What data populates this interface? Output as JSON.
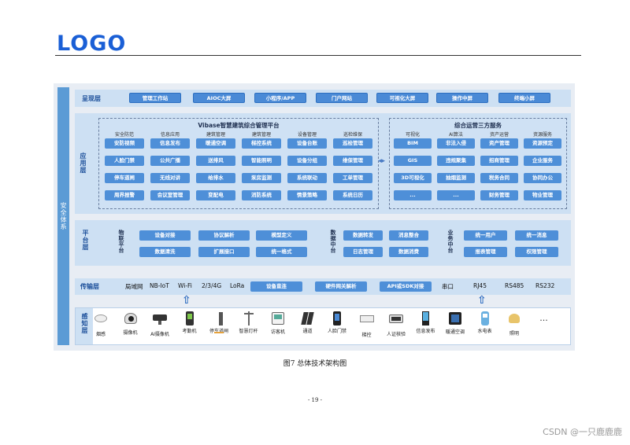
{
  "logo": "LOGO",
  "caption": "图7 总体技术架构图",
  "page_number": "- 19 -",
  "watermark": "CSDN @一只鹿鹿鹿",
  "security_label": "安全体系",
  "presentation": {
    "label": "呈现层",
    "items": [
      "管理工作站",
      "AIOC大屏",
      "小程序/APP",
      "门户网站",
      "可视化大屏",
      "操作中屏",
      "终端小屏"
    ]
  },
  "application": {
    "label": "应用层",
    "platform_title": "Vibase智慧建筑综合管理平台",
    "platform_columns": [
      {
        "head": "安全防范",
        "items": [
          "安防视频",
          "人脸门禁",
          "停车道闸",
          "周界报警"
        ]
      },
      {
        "head": "信息应用",
        "items": [
          "信息发布",
          "公共广播",
          "无线对讲",
          "会议室管理"
        ]
      },
      {
        "head": "建筑管理",
        "items": [
          "暖通空调",
          "送排风",
          "给排水",
          "变配电"
        ]
      },
      {
        "head": "建筑管理",
        "items": [
          "梯控系统",
          "智能照明",
          "泵房监测",
          "消防系统"
        ]
      },
      {
        "head": "设备管理",
        "items": [
          "设备台账",
          "设备分组",
          "系统联动",
          "情景策略"
        ]
      },
      {
        "head": "巡检维保",
        "items": [
          "巡检管理",
          "维保管理",
          "工单管理",
          "系统日历"
        ]
      }
    ],
    "services_title": "综合运营三方服务",
    "services_columns": [
      {
        "head": "可视化",
        "items": [
          "BIM",
          "GIS",
          "3D可视化",
          "..."
        ]
      },
      {
        "head": "AI算法",
        "items": [
          "非法入侵",
          "违规聚集",
          "抽烟监测",
          "..."
        ]
      },
      {
        "head": "资产运营",
        "items": [
          "资产管理",
          "招商管理",
          "税务合同",
          "财务管理"
        ]
      },
      {
        "head": "资源服务",
        "items": [
          "资源预定",
          "企业服务",
          "协同办公",
          "物业管理"
        ]
      }
    ]
  },
  "platform_layer": {
    "label": "平台层",
    "groups": [
      {
        "title": "物联平台",
        "items": [
          "设备对接",
          "协议解析",
          "模型定义",
          "数据清洗",
          "扩展接口",
          "统一格式"
        ]
      },
      {
        "title": "数据中台",
        "items": [
          "数据转发",
          "消息整合",
          "日志管理",
          "数据消费"
        ]
      },
      {
        "title": "业务中台",
        "items": [
          "统一用户",
          "统一消息",
          "报表管理",
          "权限管理"
        ]
      }
    ]
  },
  "transport": {
    "label": "传输层",
    "left_text": [
      "局域网",
      "NB-IoT",
      "Wi-Fi",
      "2/3/4G",
      "LoRa"
    ],
    "pills": [
      "设备直连",
      "硬件网关解析",
      "API或SDK对接"
    ],
    "right_text": [
      "串口",
      "RJ45",
      "RS485",
      "RS232"
    ]
  },
  "perception": {
    "label": "感知层",
    "devices": [
      {
        "label": "烟感",
        "icon": "smoke-detector-icon"
      },
      {
        "label": "摄像机",
        "icon": "dome-camera-icon"
      },
      {
        "label": "AI摄像机",
        "icon": "bullet-camera-icon"
      },
      {
        "label": "考勤机",
        "icon": "attendance-machine-icon"
      },
      {
        "label": "停车道闸",
        "icon": "parking-barrier-icon"
      },
      {
        "label": "智慧灯杆",
        "icon": "smart-lamp-icon"
      },
      {
        "label": "访客机",
        "icon": "visitor-machine-icon"
      },
      {
        "label": "通道",
        "icon": "turnstile-icon"
      },
      {
        "label": "人脸门禁",
        "icon": "face-access-icon"
      },
      {
        "label": "梯控",
        "icon": "elevator-control-icon"
      },
      {
        "label": "人证核验",
        "icon": "id-verify-icon"
      },
      {
        "label": "信息发布",
        "icon": "info-kiosk-icon"
      },
      {
        "label": "暖通空调",
        "icon": "hvac-panel-icon"
      },
      {
        "label": "水电表",
        "icon": "meter-icon"
      },
      {
        "label": "照明",
        "icon": "lighting-icon"
      },
      {
        "label": "",
        "icon": "ellipsis"
      }
    ],
    "ellipsis": "..."
  },
  "colors": {
    "accent": "#4e8fd8",
    "layer_bg": "#cde0f3",
    "logo": "#1a5fd6"
  }
}
